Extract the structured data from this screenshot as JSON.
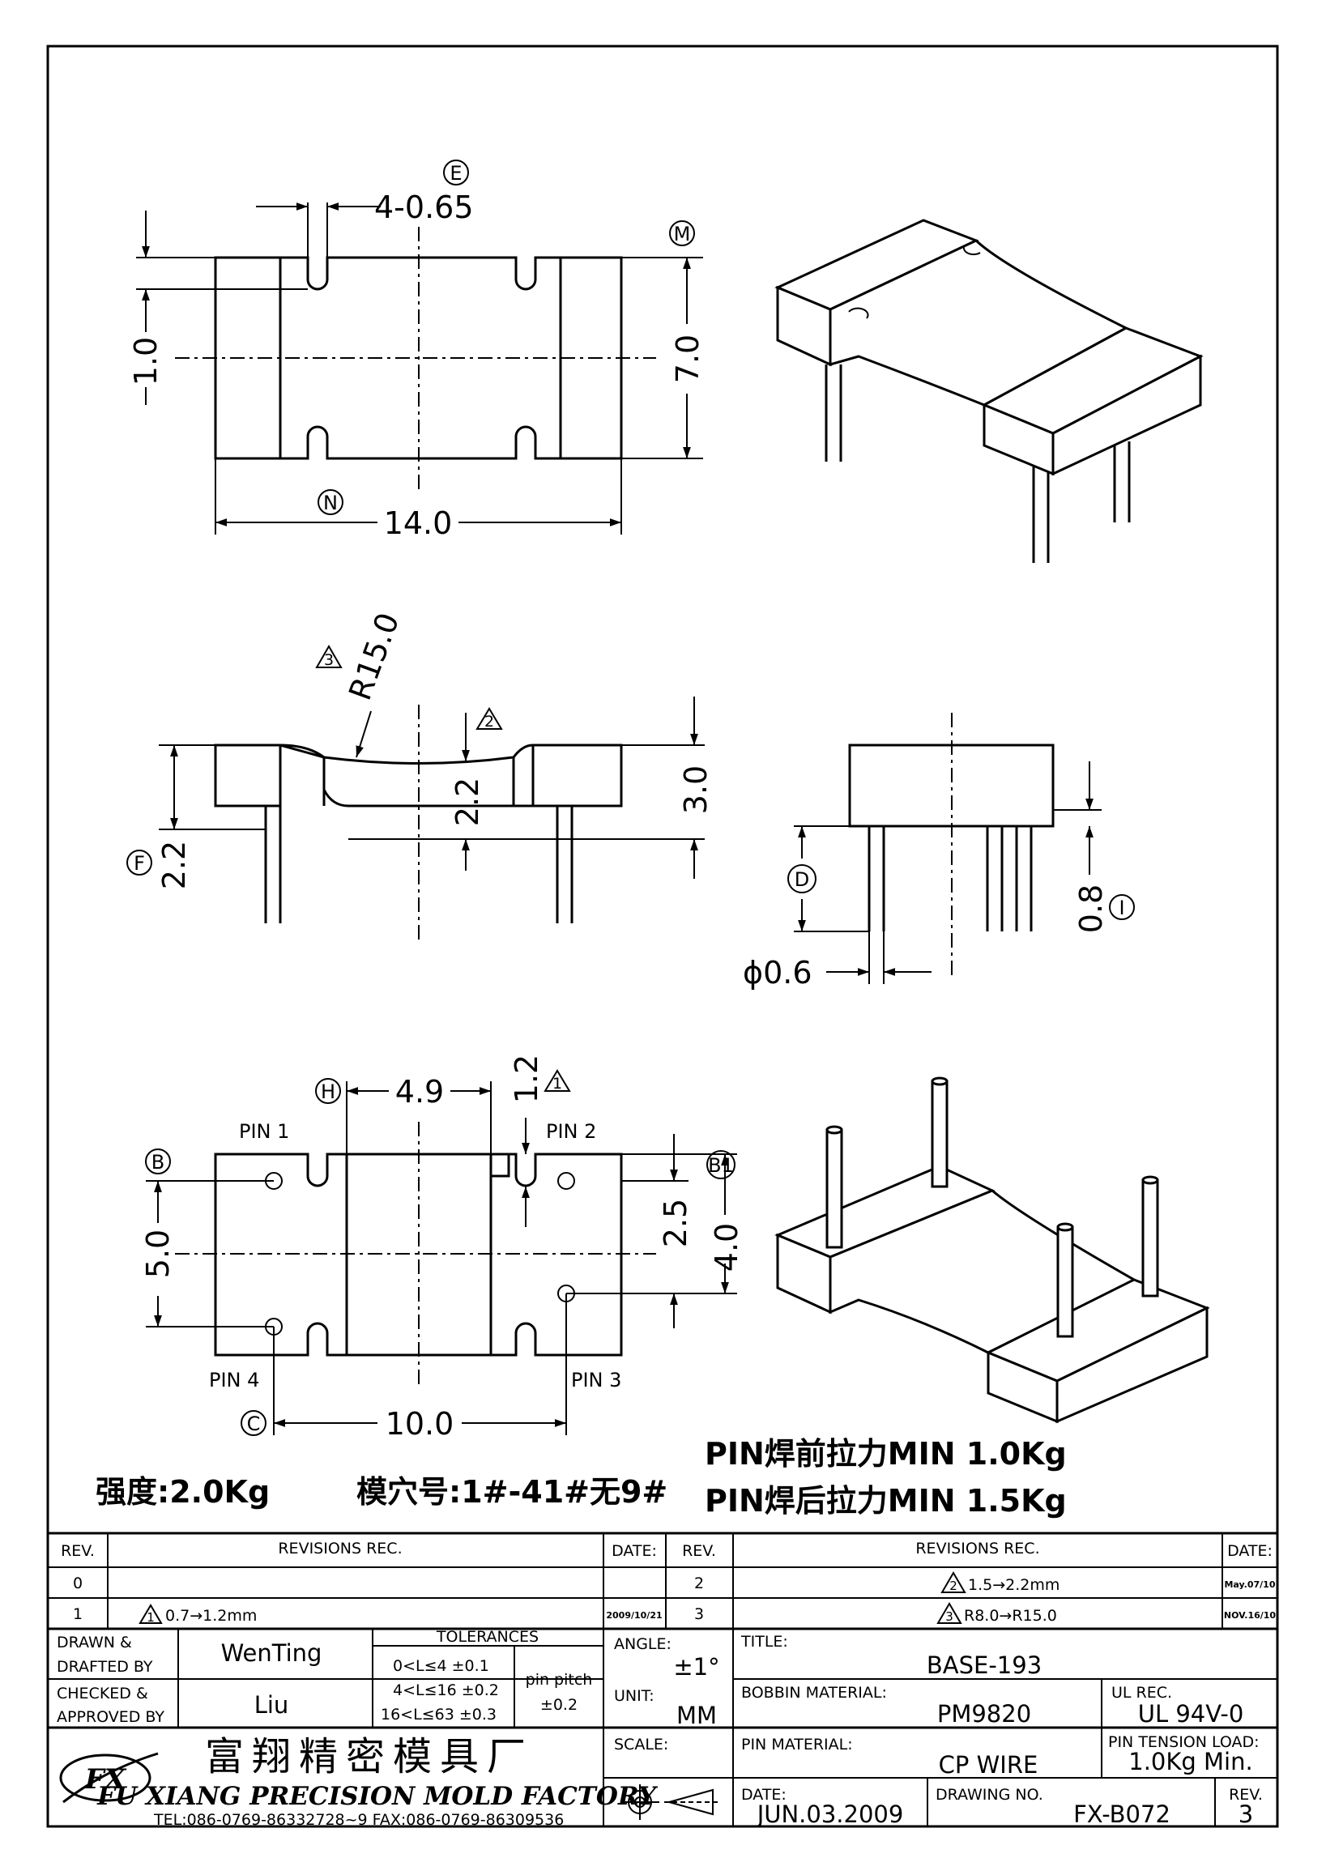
{
  "drawing": {
    "top_view": {
      "datum_E": "E",
      "dim_slots": "4-0.65",
      "datum_M": "M",
      "dim_height": "7.0",
      "dim_slot_depth": "1.0",
      "datum_N": "N",
      "dim_length": "14.0"
    },
    "side_view": {
      "rev_radius": "3",
      "dim_radius": "R15.0",
      "rev_depth": "2",
      "dim_depth": "2.2",
      "dim_total": "3.0",
      "datum_F": "F",
      "dim_end_height": "2.2"
    },
    "end_view": {
      "datum_D": "D",
      "dim_pin_dia": "ϕ0.6",
      "dim_standoff": "0.8",
      "datum_I": "I"
    },
    "bottom_view": {
      "datum_H": "H",
      "dim_pin_pitch_x": "4.9",
      "rev_slot": "1",
      "dim_slot": "1.2",
      "pin1": "PIN 1",
      "pin2": "PIN 2",
      "pin3": "PIN 3",
      "pin4": "PIN 4",
      "datum_B": "B",
      "dim_pin_span_y": "5.0",
      "dim_25": "2.5",
      "datum_B1": "B1",
      "dim_40": "4.0",
      "datum_C": "C",
      "dim_pin_span_x": "10.0"
    }
  },
  "notes": {
    "strength": "强度:2.0Kg",
    "cavity": "模穴号:1#-41#无9#",
    "pull_before": "PIN焊前拉力MIN 1.0Kg",
    "pull_after": "PIN焊后拉力MIN 1.5Kg"
  },
  "revision_table": {
    "headers": {
      "rev": "REV.",
      "rec": "REVISIONS   REC.",
      "date": "DATE:"
    },
    "left_rows": [
      {
        "rev": "0",
        "rec": "",
        "date": ""
      },
      {
        "rev": "1",
        "rec_mark": "1",
        "rec": "0.7→1.2mm",
        "date": "2009/10/21"
      }
    ],
    "right_rows": [
      {
        "rev": "2",
        "rec_mark": "2",
        "rec": "1.5→2.2mm",
        "date": "May.07/10"
      },
      {
        "rev": "3",
        "rec_mark": "3",
        "rec": "R8.0→R15.0",
        "date": "NOV.16/10"
      }
    ]
  },
  "title_block": {
    "drawn_label": "DRAWN &\nDRAFTED BY",
    "drawn_l1": "DRAWN &",
    "drawn_l2": "DRAFTED BY",
    "drawn_by": "WenTing",
    "checked_l1": "CHECKED &",
    "checked_l2": "APPROVED BY",
    "checked_by": "Liu",
    "tolerances_label": "TOLERANCES",
    "tol_rows": [
      "0<L≤4    ±0.1",
      "4<L≤16  ±0.2",
      "16<L≤63  ±0.3"
    ],
    "pin_pitch_label": "pin pitch",
    "pin_pitch_value": "±0.2",
    "angle_label": "ANGLE:",
    "angle_value": "±1°",
    "unit_label": "UNIT:",
    "unit_value": "MM",
    "scale_label": "SCALE:",
    "title_label": "TITLE:",
    "title_value": "BASE-193",
    "bobbin_label": "BOBBIN MATERIAL:",
    "bobbin_value": "PM9820",
    "ul_label": "UL REC.",
    "ul_value": "UL 94V-0",
    "pin_material_label": "PIN MATERIAL:",
    "pin_material_value": "CP WIRE",
    "pin_tension_label": "PIN TENSION LOAD:",
    "pin_tension_value": "1.0Kg Min.",
    "date_label": "DATE:",
    "date_value": "JUN.03.2009",
    "drawing_no_label": "DRAWING NO.",
    "drawing_no_value": "FX-B072",
    "rev_label": "REV.",
    "rev_value": "3",
    "company_cn": "富翔精密模具厂",
    "company_en": "FU XIANG PRECISION MOLD FACTORY",
    "contact": "TEL:086-0769-86332728~9  FAX:086-0769-86309536",
    "logo_text": "FX"
  }
}
